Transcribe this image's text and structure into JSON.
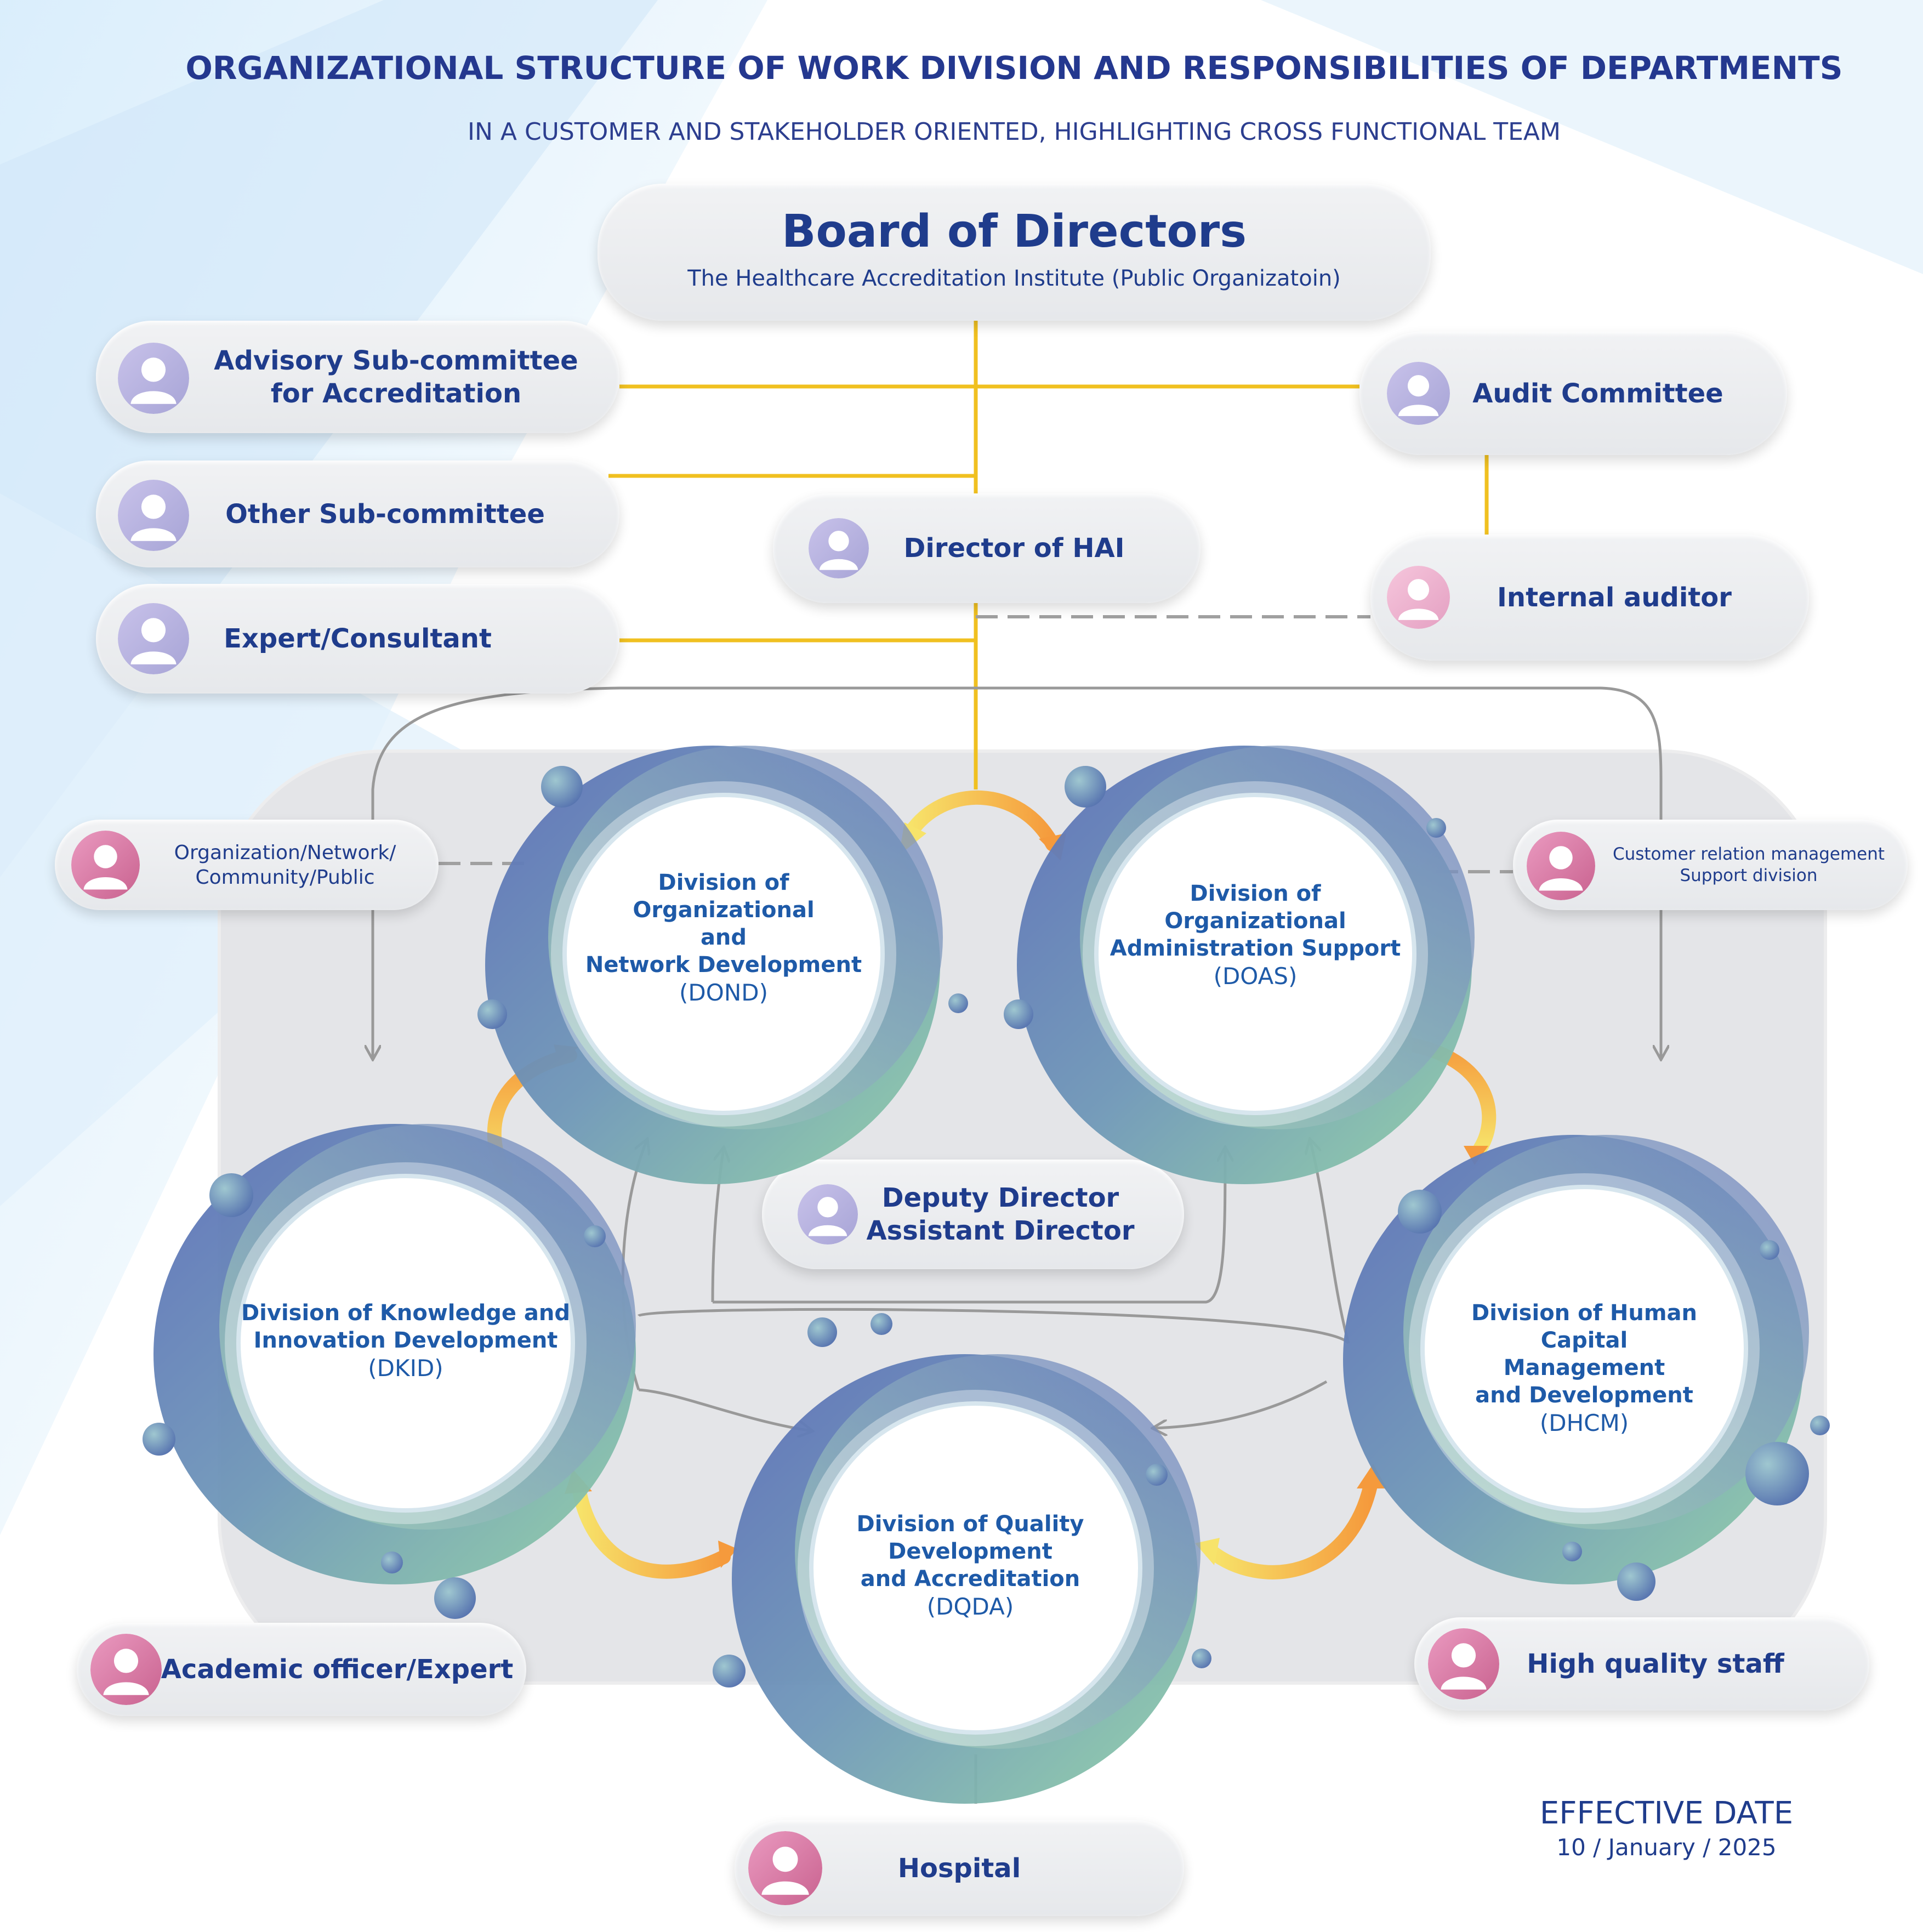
{
  "header": {
    "title": "ORGANIZATIONAL STRUCTURE OF WORK DIVISION AND RESPONSIBILITIES OF DEPARTMENTS",
    "subtitle": "IN A CUSTOMER AND STAKEHOLDER ORIENTED, HIGHLIGHTING CROSS FUNCTIONAL TEAM"
  },
  "board": {
    "title": "Board of Directors",
    "subtitle": "The Healthcare Accreditation Institute (Public Organizatoin)"
  },
  "nodes": {
    "advisory": "Advisory Sub-committee\nfor Accreditation",
    "other_sub": "Other Sub-committee",
    "expert": "Expert/Consultant",
    "audit": "Audit Committee",
    "internal_auditor": "Internal auditor",
    "director": "Director of HAI",
    "org_network": "Organization/Network/\nCommunity/Public",
    "crm": "Customer relation management\nSupport division",
    "deputy": "Deputy Director\nAssistant Director",
    "academic": "Academic officer/Expert",
    "high_quality": "High quality staff",
    "hospital": "Hospital"
  },
  "divisions": {
    "dond": {
      "name": "Division of Organizational\nand\nNetwork Development",
      "abbr": "(DOND)"
    },
    "doas": {
      "name": "Division of Organizational\nAdministration Support",
      "abbr": "(DOAS)"
    },
    "dkid": {
      "name": "Division of Knowledge and\nInnovation Development",
      "abbr": "(DKID)"
    },
    "dhcm": {
      "name": "Division of Human Capital\nManagement\nand Development",
      "abbr": "(DHCM)"
    },
    "dqda": {
      "name": "Division of Quality\nDevelopment\nand Accreditation",
      "abbr": "(DQDA)"
    }
  },
  "effective": {
    "label": "EFFECTIVE DATE",
    "date": "10 / January / 2025"
  },
  "colors": {
    "navy": "#1f3c8c",
    "division_text": "#1e5aa8",
    "connector_yellow": "#f0c020",
    "connector_gray": "#9a9a9a",
    "arrow_orange": "#f5a040",
    "avatar_purple": "#b7b4e0",
    "avatar_pink": "#e089b0"
  }
}
